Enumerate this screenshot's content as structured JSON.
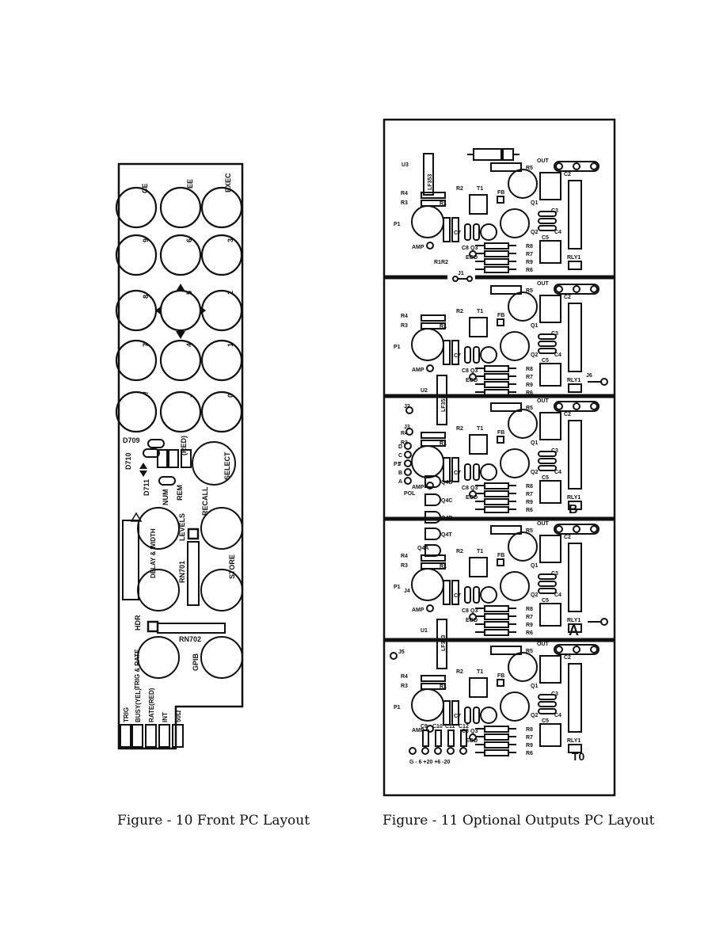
{
  "figures": {
    "front": {
      "caption": "Figure - 10  Front PC Layout",
      "keys": [
        "CE",
        "EE",
        "EXEC",
        "9",
        "6",
        "3",
        "8",
        "5",
        "2",
        "7",
        "4",
        "1",
        "-/",
        ".",
        "0"
      ],
      "labels": {
        "d709": "D709",
        "d710": "D710",
        "d711": "D711",
        "red": "(RED)",
        "num": "NUM",
        "rem": "REM",
        "select": "SELECT",
        "recall": "RECALL",
        "levels": "LEVELS",
        "delay_width": "DELAY & WIDTH",
        "rn701": "RN701",
        "store": "STORE",
        "hdr": "HDR",
        "rn702": "RN702",
        "trig_rate": "TRIG & RATE",
        "gpib": "GPIB"
      },
      "edge_pins": [
        "TRIG",
        "BUSY(YEL)",
        "RATE(RED)",
        "INT",
        "50Ω"
      ]
    },
    "outputs": {
      "caption": "Figure - 11  Optional Outputs PC Layout",
      "common": {
        "out": "OUT",
        "t1": "T1",
        "fb": "FB",
        "q1": "Q1",
        "q2": "Q2",
        "q3": "Q3",
        "c2": "C2",
        "c3": "C3",
        "c4": "C4",
        "c5": "C5",
        "rly1": "RLY1",
        "r5": "R5",
        "r6": "R6",
        "r7": "R7",
        "r8": "R8",
        "r9": "R9",
        "eod": "EOD",
        "amp": "AMP",
        "p1": "P1",
        "r1": "R1",
        "r2": "R2",
        "r3": "R3",
        "r4": "R4",
        "c7": "C7",
        "c8": "C8"
      },
      "board_specific": {
        "u3": "U3",
        "lf353": "LF353",
        "r1r2": "R1R2",
        "j1": "J1",
        "j6": "J6",
        "u2": "U2",
        "j2": "J2",
        "j3": "J3",
        "dctba": [
          "D",
          "C",
          "T",
          "B",
          "A"
        ],
        "pol": "POL",
        "q4b": "Q4B",
        "q4c": "Q4C",
        "q4d": "Q4D",
        "q4t": "Q4T",
        "q4a": "Q4A",
        "j4": "J4",
        "u1": "U1",
        "j5": "J5",
        "c9": "C9",
        "c10": "C10",
        "c11": "C11",
        "c12": "C12",
        "supply": "G  - 6  +20  +6  -20",
        "to": "T0",
        "a_mark": "A",
        "b_mark": "B"
      }
    }
  }
}
